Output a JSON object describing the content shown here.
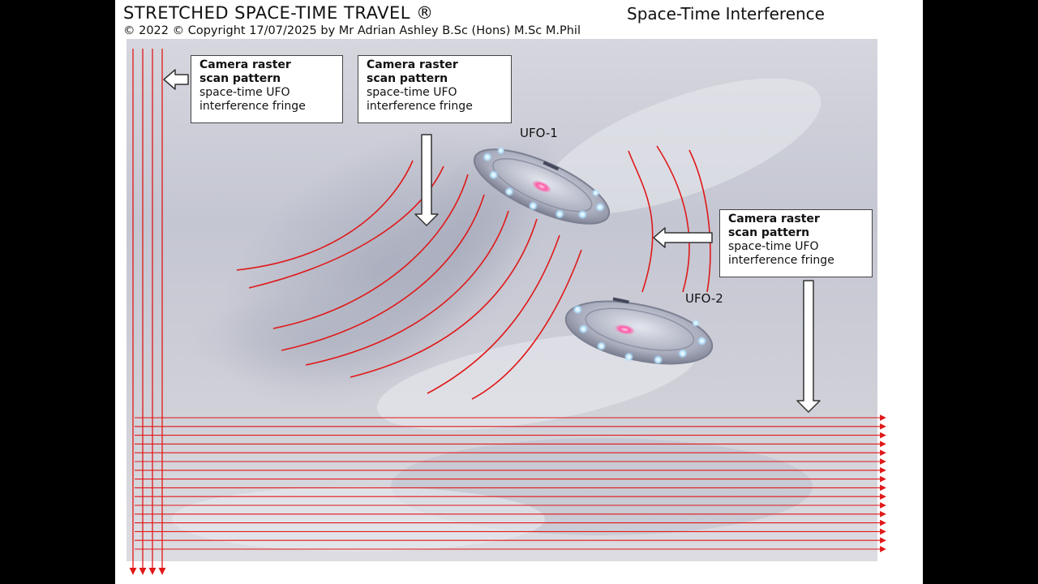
{
  "header": {
    "title": "STRETCHED SPACE-TIME TRAVEL ®",
    "subtitle": "Space-Time Interference",
    "copyright": "© 2022 © Copyright 17/07/2025 by Mr Adrian Ashley B.Sc (Hons) M.Sc M.Phil"
  },
  "callouts": [
    {
      "line1": "Camera raster",
      "line2": "scan pattern",
      "line3": "space-time UFO",
      "line4": "interference fringe"
    },
    {
      "line1": "Camera raster",
      "line2": "scan pattern",
      "line3": "space-time UFO",
      "line4": "interference fringe"
    },
    {
      "line1": "Camera raster",
      "line2": "scan pattern",
      "line3": "space-time UFO",
      "line4": "interference fringe"
    }
  ],
  "ufo_labels": {
    "ufo1": "UFO-1",
    "ufo2": "UFO-2"
  },
  "colors": {
    "raster_lines": "#e01818",
    "sky": "#c9ccd6",
    "frame": "#000000"
  }
}
